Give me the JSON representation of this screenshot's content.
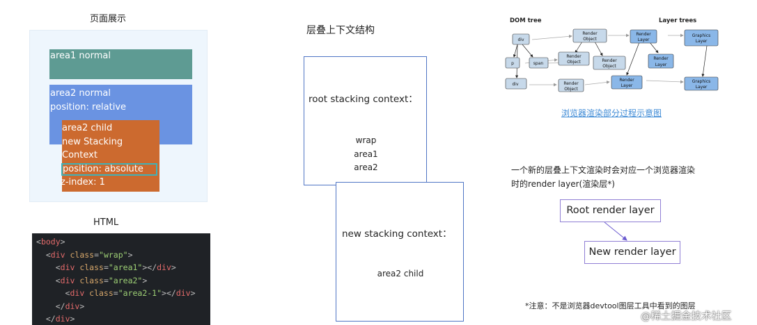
{
  "left": {
    "page_title": "页面展示",
    "area1_label": "area1 normal",
    "area2_line1": "area2 normal",
    "area2_line2": "position: relative",
    "child_line1": "area2 child",
    "child_line2": "new Stacking Context",
    "child_line3": "position: absolute",
    "child_line4": "z-index: 1",
    "html_title": "HTML",
    "code_lines": [
      {
        "indent": "",
        "open": "<",
        "tag": "body",
        "close": ">"
      },
      {
        "indent": "  ",
        "open": "<",
        "tag": "div",
        "attr": "class",
        "eq": "=",
        "val": "\"wrap\"",
        "close": ">"
      },
      {
        "indent": "    ",
        "open": "<",
        "tag": "div",
        "attr": "class",
        "eq": "=",
        "val": "\"area1\"",
        "close": "></",
        "tag2": "div",
        "close2": ">"
      },
      {
        "indent": "    ",
        "open": "<",
        "tag": "div",
        "attr": "class",
        "eq": "=",
        "val": "\"area2\"",
        "close": ">"
      },
      {
        "indent": "      ",
        "open": "<",
        "tag": "div",
        "attr": "class",
        "eq": "=",
        "val": "\"area2-1\"",
        "close": "></",
        "tag2": "div",
        "close2": ">"
      },
      {
        "indent": "    ",
        "open": "</",
        "tag": "div",
        "close": ">"
      },
      {
        "indent": "  ",
        "open": "</",
        "tag": "div",
        "close": ">"
      }
    ]
  },
  "middle": {
    "title": "层叠上下文结构",
    "root_label": "root stacking context：",
    "root_items": [
      "wrap",
      "area1",
      "area2"
    ],
    "new_label": "new stacking context：",
    "new_item": "area2 child"
  },
  "right": {
    "diagram": {
      "dom_heading": "DOM tree",
      "layer_heading": "Layer trees",
      "nodes": {
        "div1": "div",
        "p": "p",
        "span": "span",
        "div2": "div",
        "ro1": [
          "Render",
          "Object"
        ],
        "ro2": [
          "Render",
          "Object"
        ],
        "ro3": [
          "Render",
          "Object"
        ],
        "ro4": [
          "Render",
          "Object"
        ],
        "rl1": [
          "Render",
          "Layer"
        ],
        "rl2": [
          "Render",
          "Layer"
        ],
        "rl3": [
          "Render",
          "Layer"
        ],
        "gl1": [
          "Graphics",
          "Layer"
        ],
        "gl2": [
          "Graphics",
          "Layer"
        ]
      }
    },
    "diagram_caption": "浏览器渲染部分过程示意图",
    "note_line1": "一个新的层叠上下文渲染时会对应一个浏览器渲染",
    "note_line2": "时的render layer(渲染层*)",
    "root_render_layer": "Root render layer",
    "new_render_layer": "New render layer",
    "footnote": "*注意：不是浏览器devtool图层工具中看到的图层",
    "watermark": "@稀土掘金技术社区"
  }
}
